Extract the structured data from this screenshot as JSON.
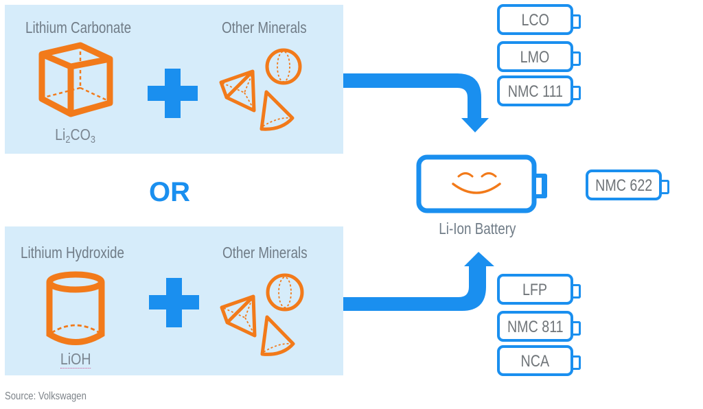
{
  "colors": {
    "panel_bg": "#d6ecfa",
    "accent_blue": "#1a8fef",
    "shape_orange": "#f27a1a",
    "label_gray": "#707c87"
  },
  "top_panel": {
    "left_label": "Lithium Carbonate",
    "right_label": "Other Minerals",
    "formula": {
      "base1": "Li",
      "sub1": "2",
      "base2": "CO",
      "sub2": "3"
    },
    "left_icon": "cube-icon",
    "operator_icon": "plus-icon",
    "right_icon": "minerals-icon"
  },
  "separator": "OR",
  "bottom_panel": {
    "left_label": "Lithium Hydroxide",
    "right_label": "Other Minerals",
    "formula": "LiOH",
    "left_icon": "cylinder-icon",
    "operator_icon": "plus-icon",
    "right_icon": "minerals-icon"
  },
  "main_battery": {
    "label": "Li-Ion Battery",
    "icon": "smiling-battery-icon"
  },
  "chemistries_top": [
    "LCO",
    "LMO",
    "NMC 111"
  ],
  "chemistry_side": "NMC 622",
  "chemistries_bottom": [
    "LFP",
    "NMC 811",
    "NCA"
  ],
  "source": "Source: Volkswagen"
}
